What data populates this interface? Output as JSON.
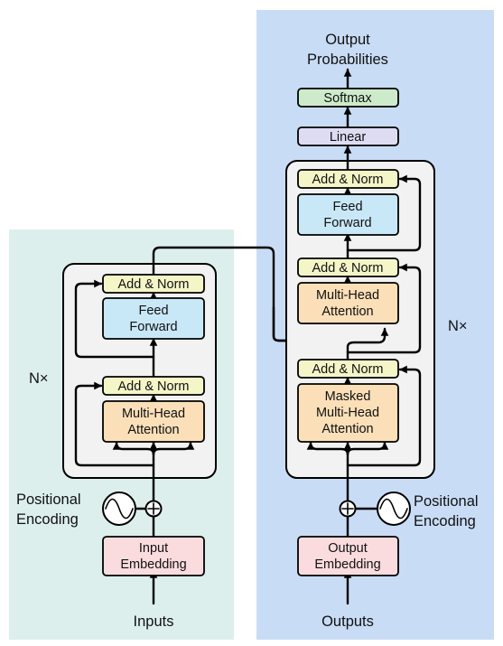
{
  "encoder": {
    "nx_label": "N×",
    "add_norm_top": "Add & Norm",
    "feed_forward": [
      "Feed",
      "Forward"
    ],
    "add_norm_bottom": "Add & Norm",
    "attention": [
      "Multi-Head",
      "Attention"
    ],
    "positional_encoding": [
      "Positional",
      "Encoding"
    ],
    "embedding": [
      "Input",
      "Embedding"
    ],
    "input_label": "Inputs"
  },
  "decoder": {
    "output_probabilities": [
      "Output",
      "Probabilities"
    ],
    "softmax": "Softmax",
    "linear": "Linear",
    "nx_label": "N×",
    "add_norm_top": "Add & Norm",
    "feed_forward": [
      "Feed",
      "Forward"
    ],
    "add_norm_mid": "Add & Norm",
    "cross_attention": [
      "Multi-Head",
      "Attention"
    ],
    "add_norm_bottom": "Add & Norm",
    "masked_attention": [
      "Masked",
      "Multi-Head",
      "Attention"
    ],
    "positional_encoding": [
      "Positional",
      "Encoding"
    ],
    "embedding": [
      "Output",
      "Embedding"
    ],
    "output_label": "Outputs"
  },
  "colors": {
    "encoder_panel": "#dcefed",
    "decoder_panel": "#c9dcf5",
    "block_background": "#f2f2f2",
    "add_norm": "#f4f6c7",
    "feed_forward": "#c9e8f7",
    "attention": "#fbdfb8",
    "embedding": "#fadcde",
    "linear": "#dedcf3",
    "softmax": "#cdebcb"
  }
}
